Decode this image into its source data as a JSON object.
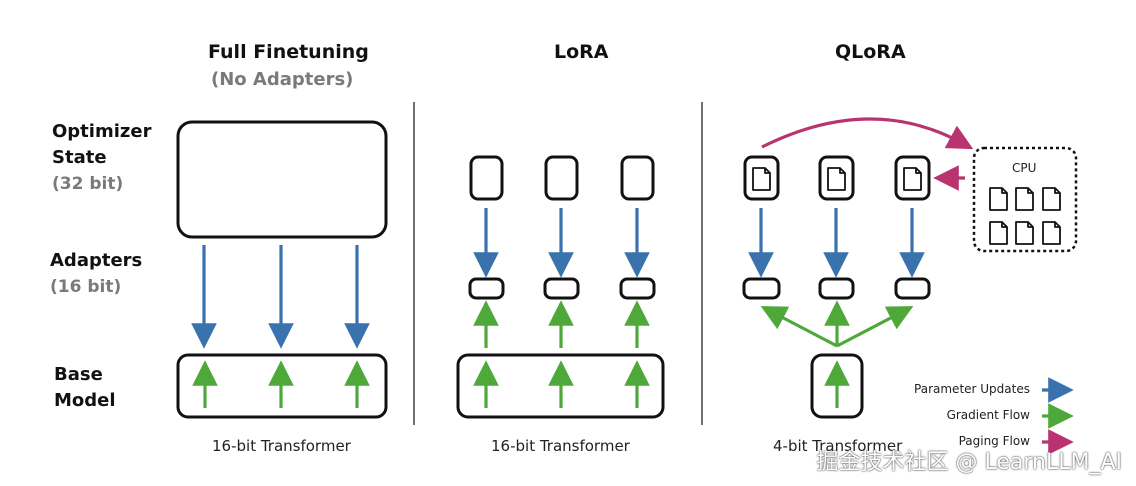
{
  "columns": {
    "full": {
      "title": "Full Finetuning",
      "subtitle": "(No Adapters)",
      "footer": "16-bit Transformer"
    },
    "lora": {
      "title": "LoRA",
      "footer": "16-bit Transformer"
    },
    "qlora": {
      "title": "QLoRA",
      "footer": "4-bit Transformer",
      "cpu_label": "CPU"
    }
  },
  "rows": {
    "optimizer": {
      "line1": "Optimizer",
      "line2": "State",
      "sub": "(32 bit)"
    },
    "adapters": {
      "line1": "Adapters",
      "sub": "(16 bit)"
    },
    "base": {
      "line1": "Base",
      "line2": "Model"
    }
  },
  "legend": [
    {
      "label": "Parameter Updates",
      "color": "#3a72ad"
    },
    {
      "label": "Gradient Flow",
      "color": "#4ea83a"
    },
    {
      "label": "Paging Flow",
      "color": "#b8336f"
    }
  ],
  "watermark": "掘金技术社区 @ LearnLLM_AI",
  "colors": {
    "parameter_updates": "#3a72ad",
    "gradient_flow": "#4ea83a",
    "paging_flow": "#b8336f",
    "outline": "#111111"
  }
}
